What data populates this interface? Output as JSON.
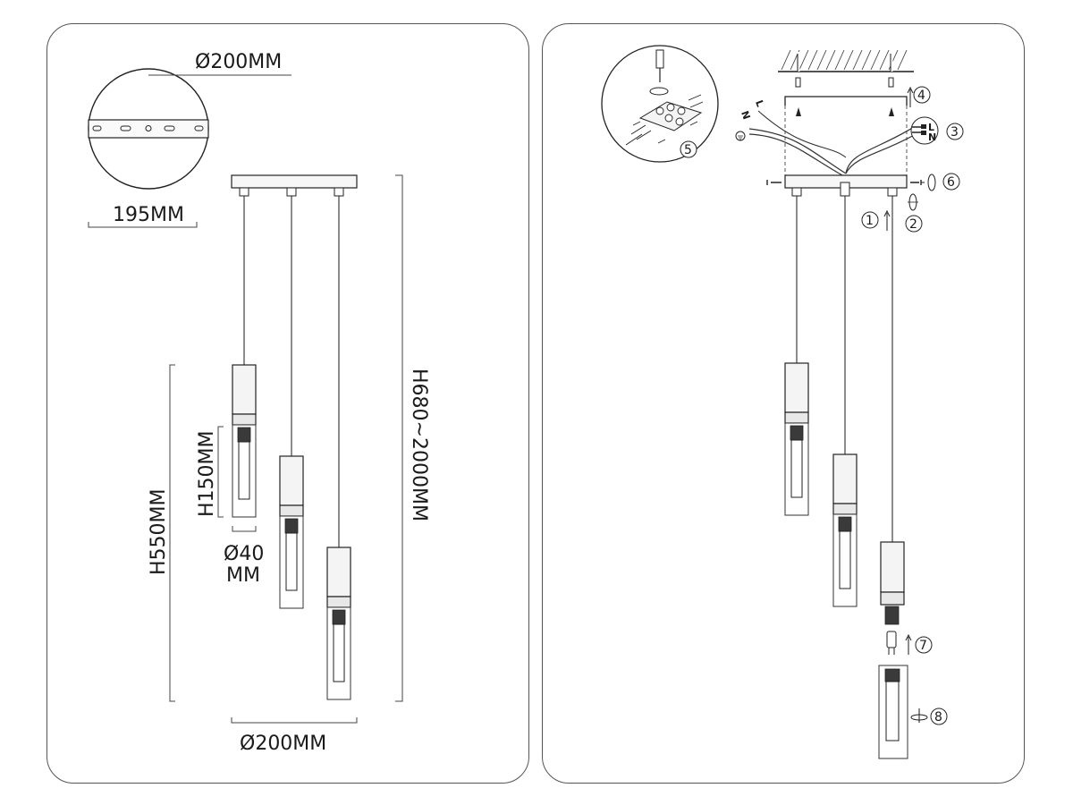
{
  "left_panel": {
    "labels": {
      "base_diameter": "Ø200MM",
      "bracket_width": "195MM",
      "overall_height": "H680~2000MM",
      "body_height": "H550MM",
      "shade_height": "H150MM",
      "shade_diameter_line1": "Ø40",
      "shade_diameter_line2": "MM",
      "spread_diameter": "Ø200MM"
    }
  },
  "right_panel": {
    "wire_labels": {
      "neutral": "N",
      "live": "L"
    },
    "steps": [
      "1",
      "2",
      "3",
      "4",
      "5",
      "6",
      "7",
      "8"
    ],
    "terminal_labels": {
      "live": "L",
      "neutral": "N"
    }
  }
}
